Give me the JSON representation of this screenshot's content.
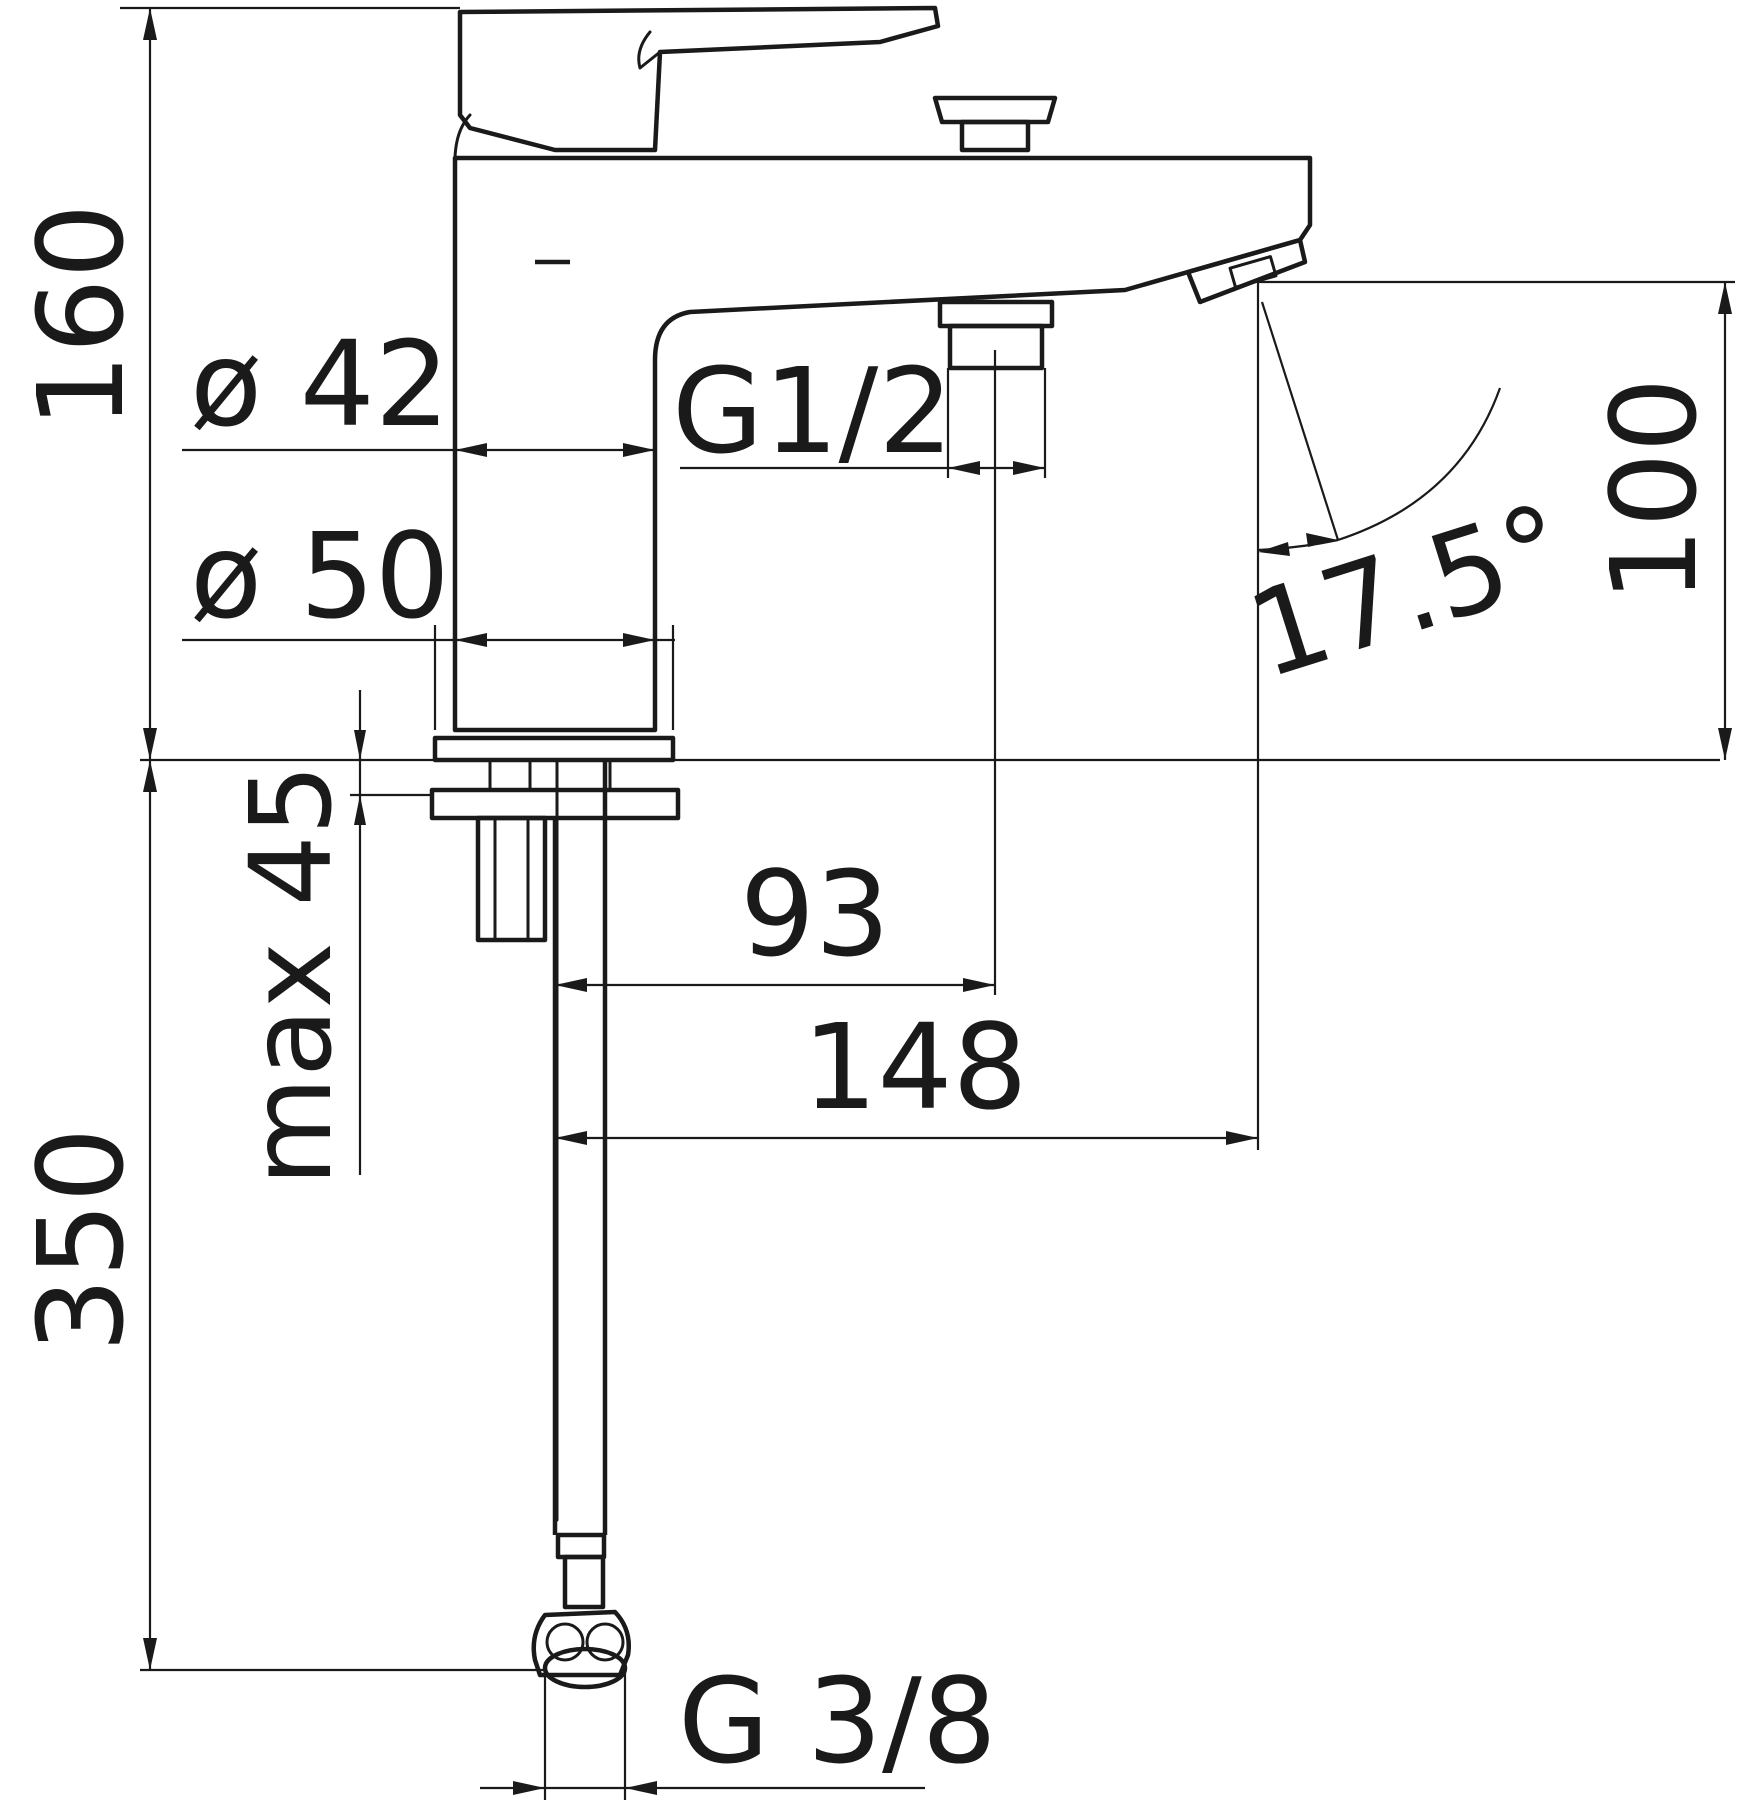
{
  "labels": {
    "overall_height": "160",
    "spout_height": "100",
    "body_diameter_top": "ø 42",
    "body_diameter_base": "ø 50",
    "outlet_thread": "G1/2",
    "spout_angle": "17.5°",
    "deck_thickness": "max 45",
    "hose_length": "350",
    "outlet_reach": "93",
    "spout_reach": "148",
    "hose_thread": "G 3/8"
  }
}
